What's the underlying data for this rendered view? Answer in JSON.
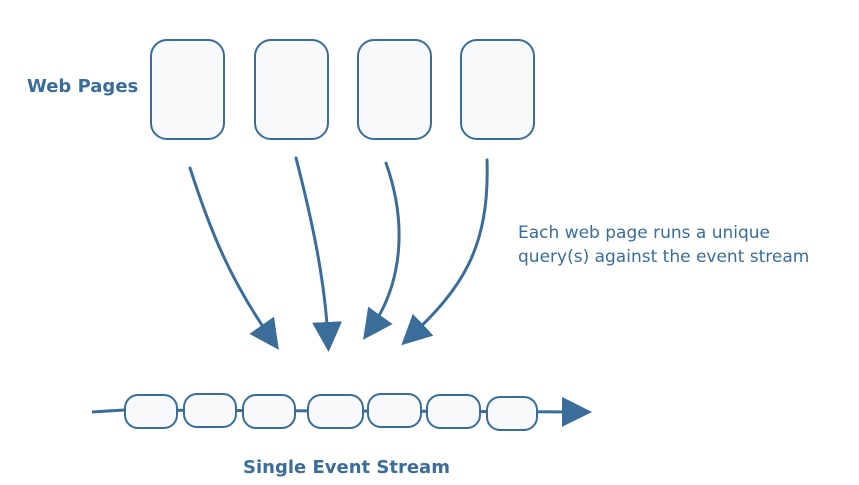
{
  "web_pages_label": "Web Pages",
  "annotation": {
    "line1": "Each web page runs a unique",
    "line2": "query(s) against the event stream"
  },
  "stream_label": "Single Event Stream",
  "colors": {
    "stroke": "#3a6d9a",
    "box_fill": "#f7f9fb",
    "text": "#3a6d9a"
  }
}
